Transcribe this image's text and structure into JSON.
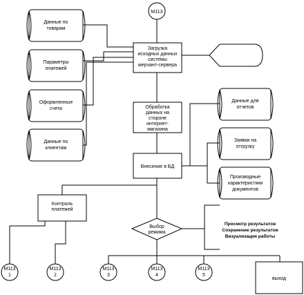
{
  "top_connector": {
    "line1": "М113"
  },
  "storages_left": [
    {
      "line1": "Данные по",
      "line2": "товарам"
    },
    {
      "line1": "Параметры",
      "line2": "платежей"
    },
    {
      "line1": "Оформленные",
      "line2": "счета"
    },
    {
      "line1": "Данные по",
      "line2": "клиентам"
    }
  ],
  "process_load": {
    "line1": "Загрузка",
    "line2": "исходных данных",
    "line3": "системы",
    "line4": "мерчант-сервера"
  },
  "process_handle": {
    "line1": "Обработка",
    "line2": "данных на",
    "line3": "стороне",
    "line4": "интернет-",
    "line5": "магазина"
  },
  "process_db": {
    "line1": "Внесение в БД"
  },
  "storages_right": [
    {
      "line1": "Данные для",
      "line2": "отчетов"
    },
    {
      "line1": "Заявки на",
      "line2": "отгрузку"
    },
    {
      "line1": "Производные",
      "line2": "характеристики",
      "line3": "документов"
    }
  ],
  "process_control": {
    "line1": "Контроль",
    "line2": "платежей"
  },
  "decision": {
    "line1": "Выбор",
    "line2": "режима"
  },
  "annotation": {
    "line1": "Просмотр результатов",
    "line2": "Сохранение результатов",
    "line3": "Визуализация работы"
  },
  "bottom_connectors": [
    {
      "line1": "М113",
      "line2": "1"
    },
    {
      "line1": "М113",
      "line2": "2"
    },
    {
      "line1": "М113",
      "line2": "3"
    },
    {
      "line1": "М113",
      "line2": "4"
    },
    {
      "line1": "М113",
      "line2": "5"
    }
  ],
  "exit_box": {
    "line1": "выход"
  }
}
